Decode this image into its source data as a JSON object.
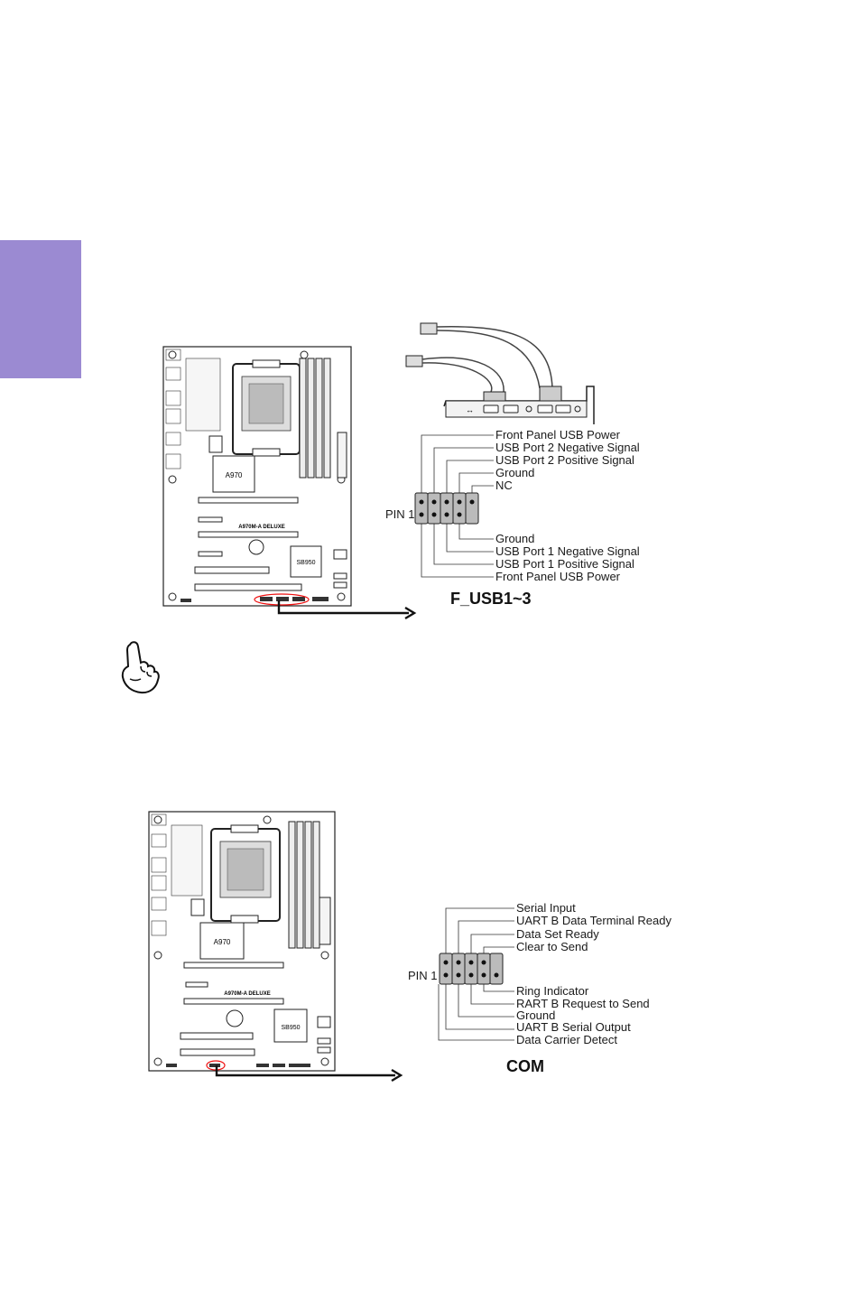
{
  "sidebar": {
    "tab_color": "#9b8ad2"
  },
  "usb_section": {
    "board": {
      "northbridge": "A970",
      "southbridge": "SB950",
      "model": "A970M-A DELUXE"
    },
    "connector_name": "F_USB1~3",
    "pin1_label": "PIN 1",
    "top_row_labels": [
      "Front Panel USB Power",
      "USB Port 2 Negative Signal",
      "USB Port 2 Positive Signal",
      "Ground",
      "NC"
    ],
    "bottom_row_labels": [
      "Ground",
      "USB Port 1 Negative Signal",
      "USB Port 1 Positive Signal",
      "Front Panel USB Power"
    ]
  },
  "com_section": {
    "board": {
      "northbridge": "A970",
      "southbridge": "SB950",
      "model": "A970M-A DELUXE"
    },
    "connector_name": "COM",
    "pin1_label": "PIN 1",
    "top_row_labels": [
      "Serial Input",
      "UART B Data Terminal Ready",
      "Data Set Ready",
      "Clear to Send"
    ],
    "bottom_row_labels": [
      "Ring Indicator",
      "RART B Request to Send",
      "Ground",
      "UART B Serial Output",
      "Data Carrier Detect"
    ]
  },
  "note_icon": "pointing-hand-icon"
}
